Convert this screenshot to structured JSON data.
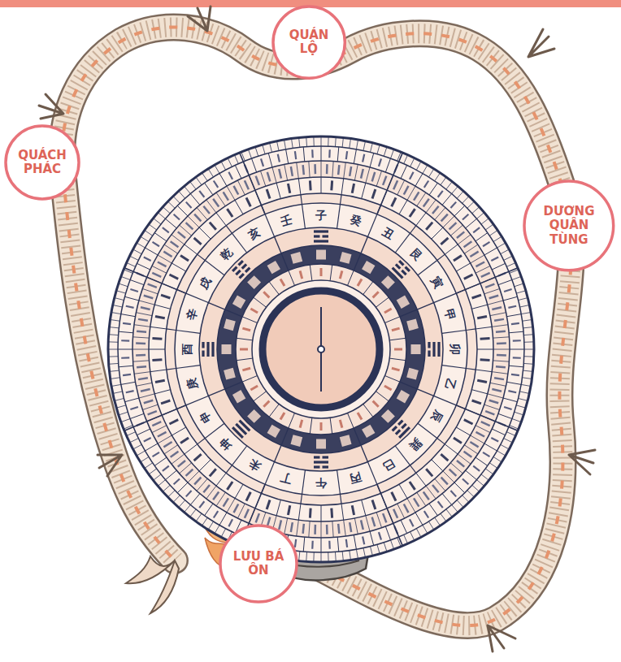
{
  "diagram": {
    "nodes": [
      {
        "text": [
          "QUÁN LỘ"
        ]
      },
      {
        "text": [
          "QUÁCH PHÁC"
        ]
      },
      {
        "text": [
          "DƯƠNG QUÂN TÙNG"
        ]
      },
      {
        "text": [
          "LƯU BÁ ÔN"
        ]
      }
    ],
    "labels": [
      "子",
      "癸",
      "丑",
      "艮",
      "寅",
      "甲",
      "卯",
      "乙",
      "辰",
      "巽",
      "巳",
      "丙",
      "午",
      "丁",
      "未",
      "坤",
      "申",
      "庚",
      "酉",
      "辛",
      "戌",
      "乾",
      "亥",
      "壬"
    ]
  }
}
